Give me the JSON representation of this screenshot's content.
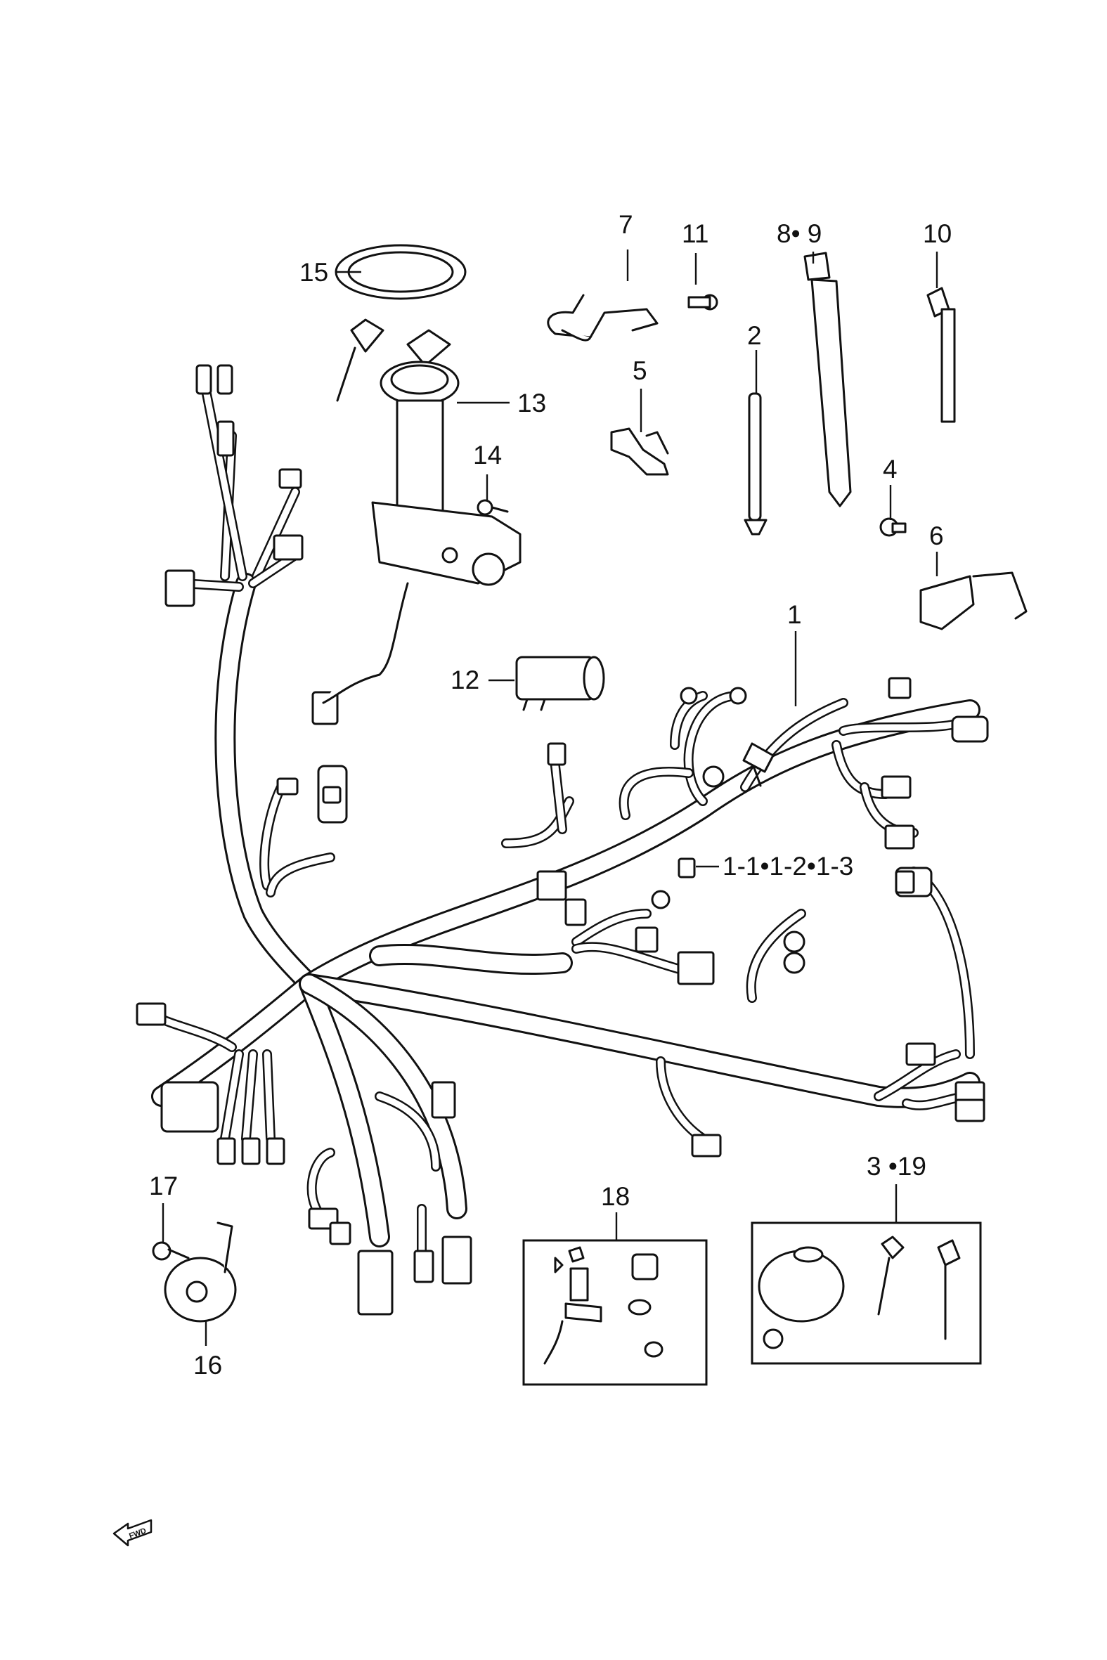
{
  "callouts": {
    "c1": "1",
    "c1_sub": "1-1•1-2•1-3",
    "c2": "2",
    "c3_19": "3 •19",
    "c4": "4",
    "c5": "5",
    "c6": "6",
    "c7": "7",
    "c8_9": "8• 9",
    "c10": "10",
    "c11": "11",
    "c12": "12",
    "c13": "13",
    "c14": "14",
    "c15": "15",
    "c16": "16",
    "c17": "17",
    "c18": "18"
  },
  "direction_marker": {
    "label": "FWD",
    "icon": "fwd-arrow-icon"
  }
}
